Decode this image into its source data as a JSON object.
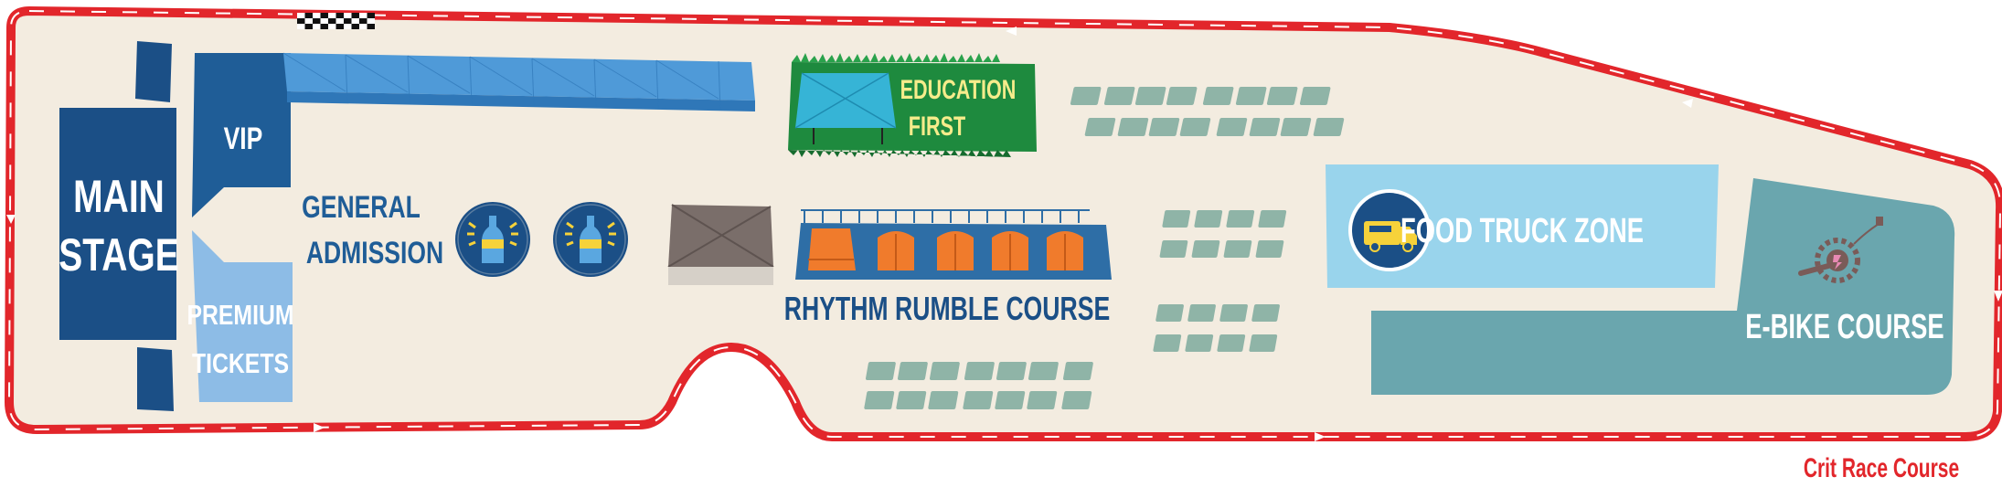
{
  "map": {
    "main_stage": [
      "MAIN",
      "STAGE"
    ],
    "vip": "VIP",
    "premium": [
      "PREMIUM",
      "TICKETS"
    ],
    "general_admission": [
      "GENERAL",
      "ADMISSION"
    ],
    "education": [
      "EDUCATION",
      "FIRST"
    ],
    "rhythm_rumble": "RHYTHM RUMBLE COURSE",
    "food_truck": "FOOD TRUCK ZONE",
    "ebike": "E-BIKE COURSE",
    "crit": "Crit Race Course"
  },
  "colors": {
    "ground": "#f3ece0",
    "track": "#e2262b",
    "navy": "#1b4f86",
    "blue": "#1f5d97",
    "light_blue": "#8dbce6",
    "tent_blue": "#4f9ad8",
    "green": "#1e8a3e",
    "food_zone": "#99d4ec",
    "ebike": "#6aa6ae",
    "table": "#8fb4a7",
    "orange": "#f07b2c",
    "gray_tent": "#7a6e6a"
  },
  "icons": [
    "bottle-icon",
    "bottle-icon",
    "food-truck-icon",
    "bike-chainring-icon",
    "checkered-flag-icon"
  ]
}
